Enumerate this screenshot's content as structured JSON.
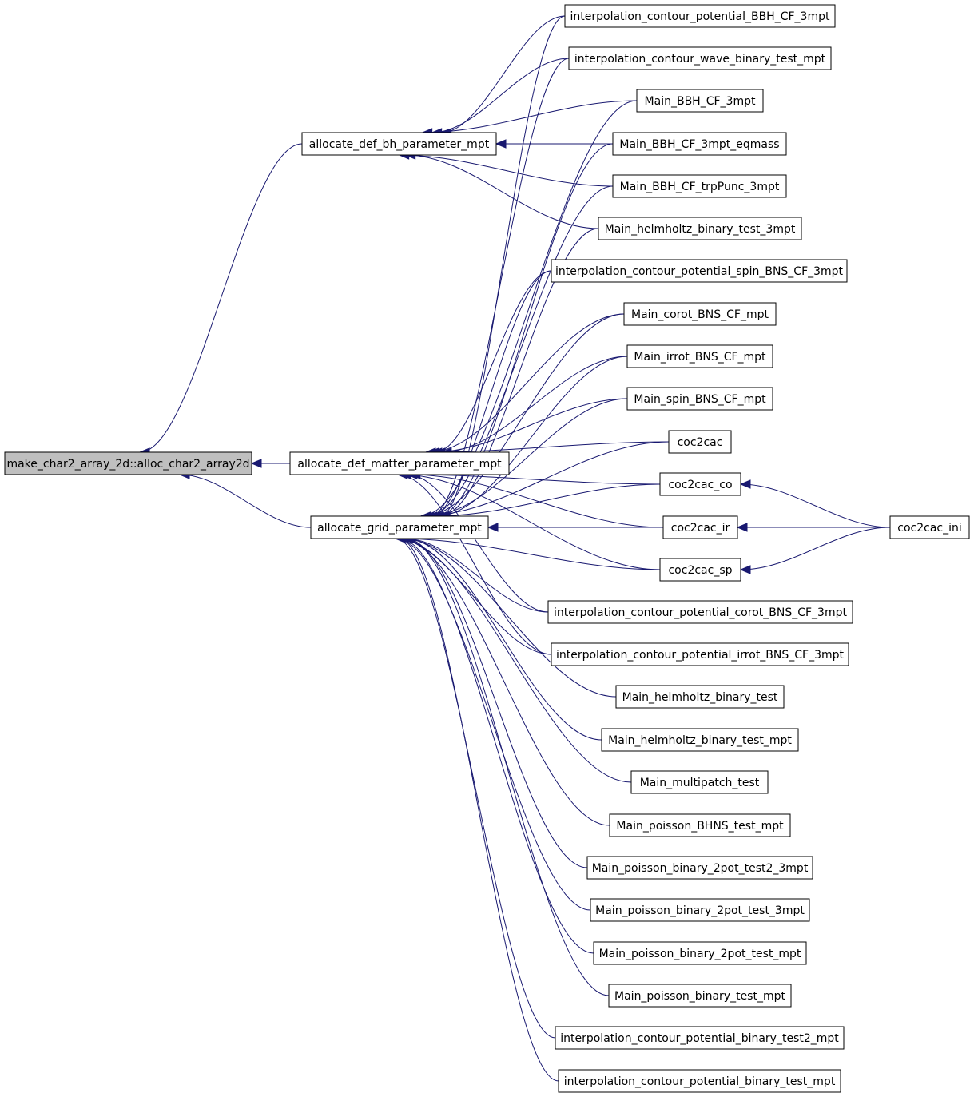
{
  "graph": {
    "nodes": [
      {
        "id": "root",
        "label": "make_char2_array_2d::alloc_char2_array2d",
        "root": true
      },
      {
        "id": "bh",
        "label": "allocate_def_bh_parameter_mpt"
      },
      {
        "id": "matter",
        "label": "allocate_def_matter_parameter_mpt"
      },
      {
        "id": "grid",
        "label": "allocate_grid_parameter_mpt"
      },
      {
        "id": "n1",
        "label": "interpolation_contour_potential_BBH_CF_3mpt"
      },
      {
        "id": "n2",
        "label": "interpolation_contour_wave_binary_test_mpt"
      },
      {
        "id": "n3",
        "label": "Main_BBH_CF_3mpt"
      },
      {
        "id": "n4",
        "label": "Main_BBH_CF_3mpt_eqmass"
      },
      {
        "id": "n5",
        "label": "Main_BBH_CF_trpPunc_3mpt"
      },
      {
        "id": "n6",
        "label": "Main_helmholtz_binary_test_3mpt"
      },
      {
        "id": "n7",
        "label": "interpolation_contour_potential_spin_BNS_CF_3mpt"
      },
      {
        "id": "n8",
        "label": "Main_corot_BNS_CF_mpt"
      },
      {
        "id": "n9",
        "label": "Main_irrot_BNS_CF_mpt"
      },
      {
        "id": "n10",
        "label": "Main_spin_BNS_CF_mpt"
      },
      {
        "id": "n11",
        "label": "coc2cac"
      },
      {
        "id": "n12",
        "label": "coc2cac_co"
      },
      {
        "id": "n13",
        "label": "coc2cac_ir"
      },
      {
        "id": "n14",
        "label": "coc2cac_sp"
      },
      {
        "id": "n15",
        "label": "interpolation_contour_potential_corot_BNS_CF_3mpt"
      },
      {
        "id": "n16",
        "label": "interpolation_contour_potential_irrot_BNS_CF_3mpt"
      },
      {
        "id": "n17",
        "label": "Main_helmholtz_binary_test"
      },
      {
        "id": "n18",
        "label": "Main_helmholtz_binary_test_mpt"
      },
      {
        "id": "n19",
        "label": "Main_multipatch_test"
      },
      {
        "id": "n20",
        "label": "Main_poisson_BHNS_test_mpt"
      },
      {
        "id": "n21",
        "label": "Main_poisson_binary_2pot_test2_3mpt"
      },
      {
        "id": "n22",
        "label": "Main_poisson_binary_2pot_test_3mpt"
      },
      {
        "id": "n23",
        "label": "Main_poisson_binary_2pot_test_mpt"
      },
      {
        "id": "n24",
        "label": "Main_poisson_binary_test_mpt"
      },
      {
        "id": "n25",
        "label": "interpolation_contour_potential_binary_test2_mpt"
      },
      {
        "id": "n26",
        "label": "interpolation_contour_potential_binary_test_mpt"
      },
      {
        "id": "ini",
        "label": "coc2cac_ini"
      }
    ],
    "edges": [
      {
        "from": "bh",
        "to": "root"
      },
      {
        "from": "matter",
        "to": "root"
      },
      {
        "from": "grid",
        "to": "root"
      },
      {
        "from": "n1",
        "to": "bh"
      },
      {
        "from": "n2",
        "to": "bh"
      },
      {
        "from": "n3",
        "to": "bh"
      },
      {
        "from": "n4",
        "to": "bh"
      },
      {
        "from": "n5",
        "to": "bh"
      },
      {
        "from": "n6",
        "to": "bh"
      },
      {
        "from": "n7",
        "to": "matter"
      },
      {
        "from": "n8",
        "to": "matter"
      },
      {
        "from": "n9",
        "to": "matter"
      },
      {
        "from": "n10",
        "to": "matter"
      },
      {
        "from": "n11",
        "to": "matter"
      },
      {
        "from": "n12",
        "to": "matter"
      },
      {
        "from": "n13",
        "to": "matter"
      },
      {
        "from": "n14",
        "to": "matter"
      },
      {
        "from": "n15",
        "to": "matter"
      },
      {
        "from": "n16",
        "to": "matter"
      },
      {
        "from": "n1",
        "to": "grid"
      },
      {
        "from": "n2",
        "to": "grid"
      },
      {
        "from": "n3",
        "to": "grid"
      },
      {
        "from": "n4",
        "to": "grid"
      },
      {
        "from": "n5",
        "to": "grid"
      },
      {
        "from": "n6",
        "to": "grid"
      },
      {
        "from": "n7",
        "to": "grid"
      },
      {
        "from": "n8",
        "to": "grid"
      },
      {
        "from": "n9",
        "to": "grid"
      },
      {
        "from": "n10",
        "to": "grid"
      },
      {
        "from": "n11",
        "to": "grid"
      },
      {
        "from": "n12",
        "to": "grid"
      },
      {
        "from": "n13",
        "to": "grid"
      },
      {
        "from": "n14",
        "to": "grid"
      },
      {
        "from": "n15",
        "to": "grid"
      },
      {
        "from": "n16",
        "to": "grid"
      },
      {
        "from": "n17",
        "to": "grid"
      },
      {
        "from": "n18",
        "to": "grid"
      },
      {
        "from": "n19",
        "to": "grid"
      },
      {
        "from": "n20",
        "to": "grid"
      },
      {
        "from": "n21",
        "to": "grid"
      },
      {
        "from": "n22",
        "to": "grid"
      },
      {
        "from": "n23",
        "to": "grid"
      },
      {
        "from": "n24",
        "to": "grid"
      },
      {
        "from": "n25",
        "to": "grid"
      },
      {
        "from": "n26",
        "to": "grid"
      },
      {
        "from": "ini",
        "to": "n12"
      },
      {
        "from": "ini",
        "to": "n13"
      },
      {
        "from": "ini",
        "to": "n14"
      }
    ]
  },
  "colors": {
    "edge": "#191970",
    "root_fill": "#bfbfbf",
    "node_fill": "#ffffff",
    "node_stroke": "#000000"
  }
}
